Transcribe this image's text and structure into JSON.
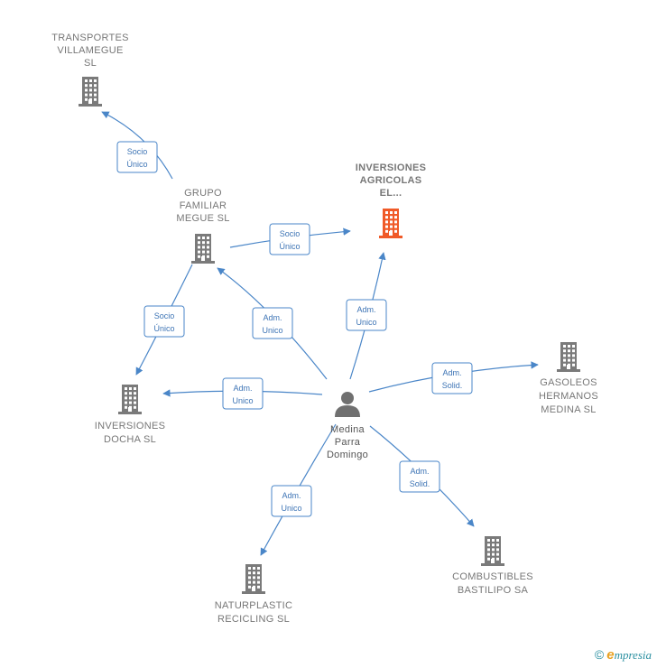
{
  "colors": {
    "company": "#7a7a7a",
    "focus": "#f05a28",
    "person": "#707070",
    "edge": "#4a86c8"
  },
  "nodes": [
    {
      "id": "transportes",
      "type": "company",
      "label": [
        "TRANSPORTES",
        "VILLAMEGUE",
        "SL"
      ]
    },
    {
      "id": "grupo",
      "type": "company",
      "label": [
        "GRUPO",
        "FAMILIAR",
        "MEGUE  SL"
      ]
    },
    {
      "id": "inversiones_agricolas",
      "type": "focus",
      "label": [
        "INVERSIONES",
        "AGRICOLAS",
        "EL..."
      ]
    },
    {
      "id": "inversiones_docha",
      "type": "company",
      "label": [
        "INVERSIONES",
        "DOCHA  SL"
      ]
    },
    {
      "id": "gasoleos",
      "type": "company",
      "label": [
        "GASOLEOS",
        "HERMANOS",
        "MEDINA SL"
      ]
    },
    {
      "id": "medina",
      "type": "person",
      "label": [
        "Medina",
        "Parra",
        "Domingo"
      ]
    },
    {
      "id": "naturplastic",
      "type": "company",
      "label": [
        "NATURPLASTIC",
        "RECICLING  SL"
      ]
    },
    {
      "id": "combustibles",
      "type": "company",
      "label": [
        "COMBUSTIBLES",
        "BASTILIPO SA"
      ]
    }
  ],
  "edges": [
    {
      "from": "grupo",
      "to": "transportes",
      "label": [
        "Socio",
        "Único"
      ]
    },
    {
      "from": "grupo",
      "to": "inversiones_agricolas",
      "label": [
        "Socio",
        "Único"
      ]
    },
    {
      "from": "grupo",
      "to": "inversiones_docha",
      "label": [
        "Socio",
        "Único"
      ]
    },
    {
      "from": "medina",
      "to": "grupo",
      "label": [
        "Adm.",
        "Unico"
      ]
    },
    {
      "from": "medina",
      "to": "inversiones_agricolas",
      "label": [
        "Adm.",
        "Unico"
      ]
    },
    {
      "from": "medina",
      "to": "inversiones_docha",
      "label": [
        "Adm.",
        "Unico"
      ]
    },
    {
      "from": "medina",
      "to": "gasoleos",
      "label": [
        "Adm.",
        "Solid."
      ]
    },
    {
      "from": "medina",
      "to": "naturplastic",
      "label": [
        "Adm.",
        "Unico"
      ]
    },
    {
      "from": "medina",
      "to": "combustibles",
      "label": [
        "Adm.",
        "Solid."
      ]
    }
  ],
  "footer": {
    "copyright": "©",
    "brand_initial": "e",
    "brand_rest": "mpresia"
  }
}
